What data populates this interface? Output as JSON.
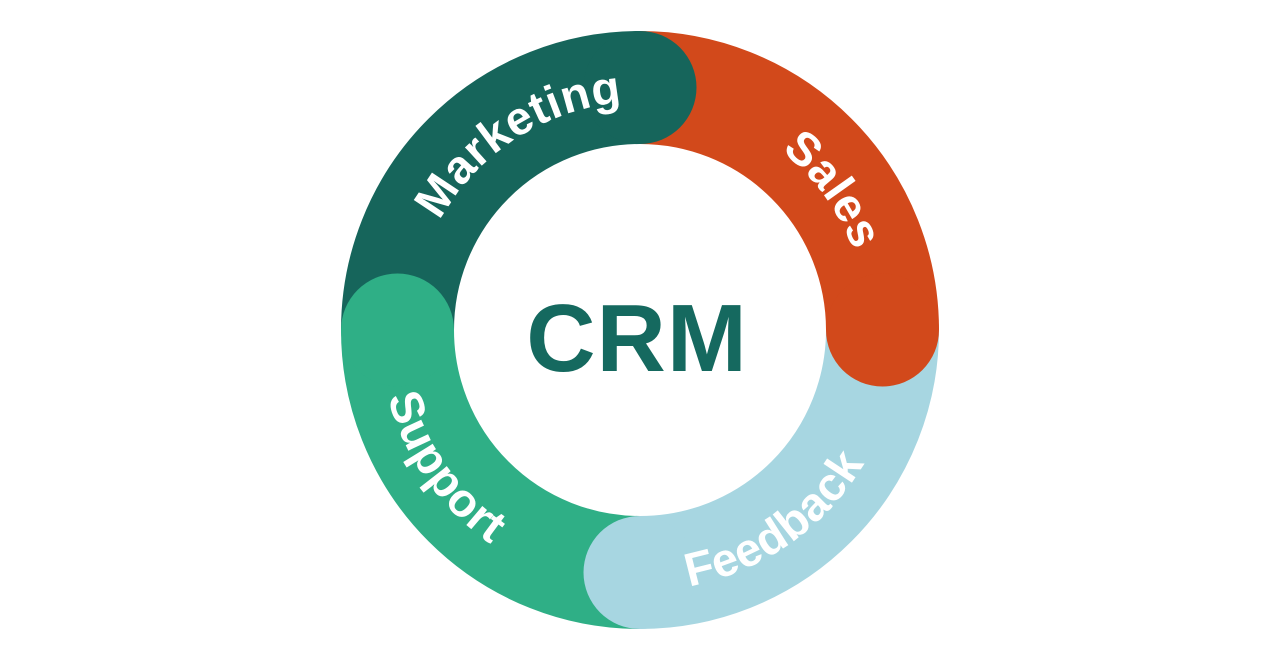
{
  "diagram": {
    "type": "cycle-ring",
    "center_label": "CRM",
    "center_label_color": "#15695F",
    "background_color": "#FFFFFF",
    "label_text_color": "#FFFFFF",
    "segments": [
      {
        "label": "Marketing",
        "color": "#16655B",
        "position": "top-left"
      },
      {
        "label": "Sales",
        "color": "#D2491B",
        "position": "top-right"
      },
      {
        "label": "Feedback",
        "color": "#A7D6E1",
        "position": "bottom-right"
      },
      {
        "label": "Support",
        "color": "#2FAF86",
        "position": "bottom-left"
      }
    ]
  }
}
